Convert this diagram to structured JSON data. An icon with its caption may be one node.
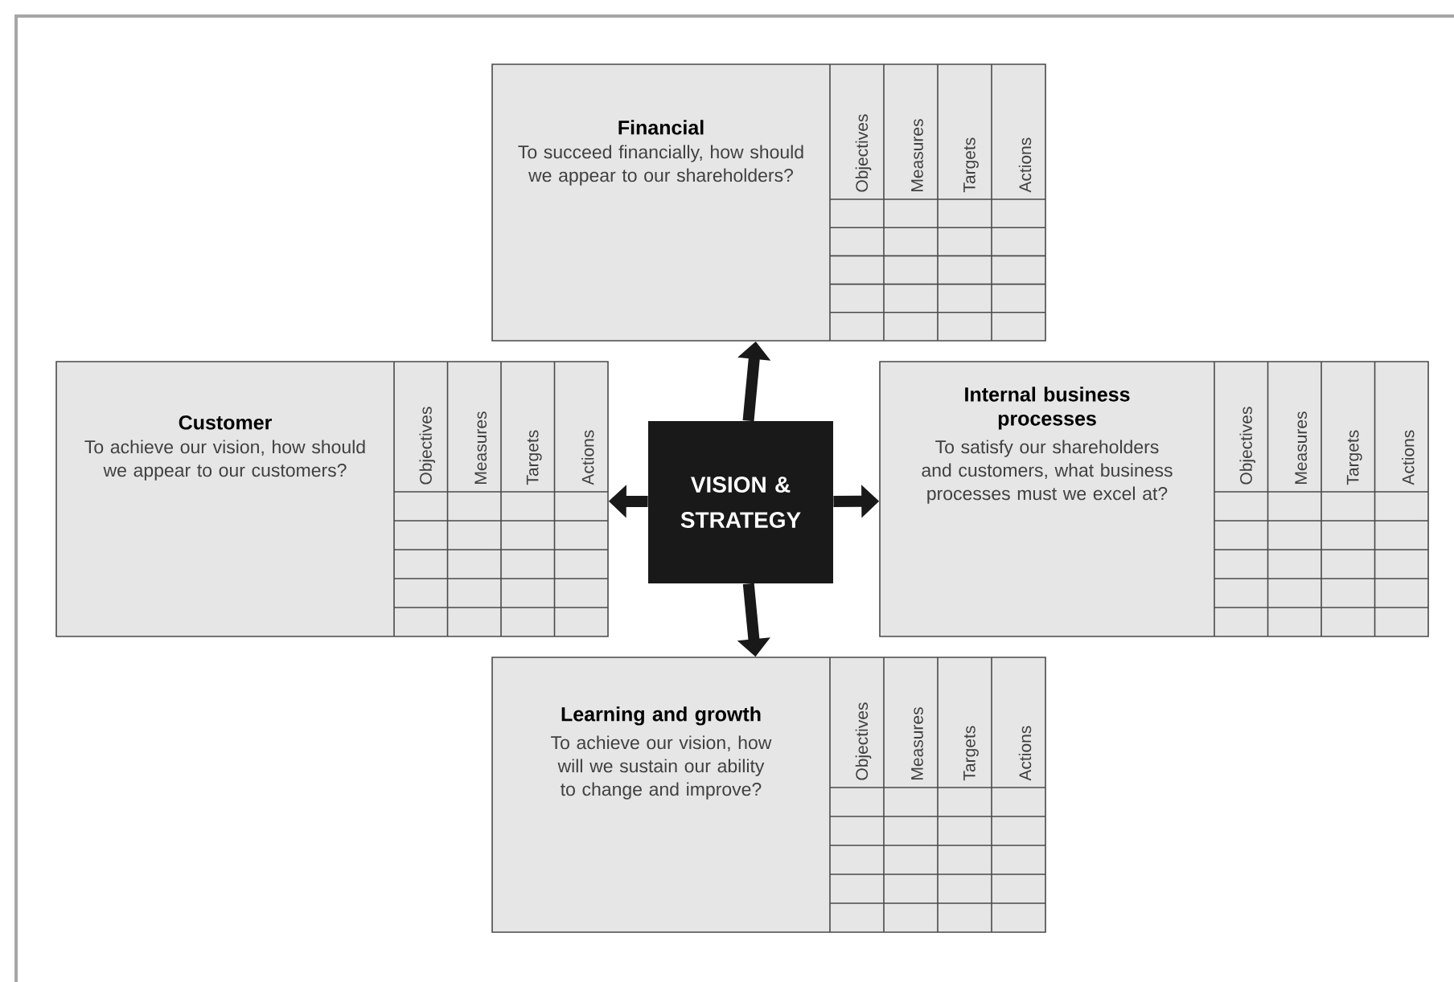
{
  "diagram": {
    "nodes": [
      {
        "text": [
          "Financial",
          "To succeed financially, how should we appear to our shareholders?",
          "Objectives",
          "Measures",
          "Targets",
          "Actions"
        ]
      },
      {
        "text": [
          "Customer",
          "To achieve our vision, how should we appear to our customers?",
          "Objectives",
          "Measures",
          "Targets",
          "Actions"
        ]
      },
      {
        "text": [
          "VISION & STRATEGY"
        ]
      },
      {
        "text": [
          "Internal business processes",
          "To satisfy our shareholders and customers, what business processes must we excel at?",
          "Objectives",
          "Measures",
          "Targets",
          "Actions"
        ]
      },
      {
        "text": [
          "Learning and growth",
          "To achieve our vision, how will we sustain our ability to change and improve?",
          "Objectives",
          "Measures",
          "Targets",
          "Actions"
        ]
      }
    ],
    "edges": [
      {
        "from": 2,
        "to": 0,
        "arrow": "to"
      },
      {
        "from": 2,
        "to": 1,
        "arrow": "to"
      },
      {
        "from": 2,
        "to": 3,
        "arrow": "to"
      },
      {
        "from": 2,
        "to": 4,
        "arrow": "to"
      }
    ]
  }
}
